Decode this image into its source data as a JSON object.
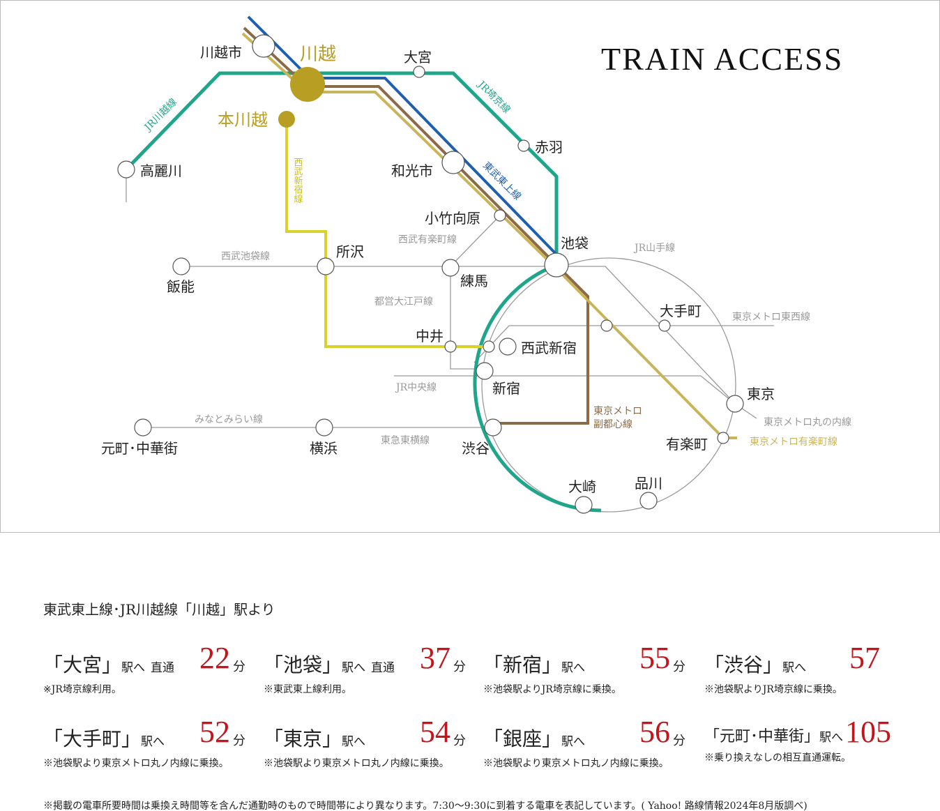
{
  "map": {
    "title": "TRAIN ACCESS",
    "colors": {
      "jr_saikyo": "#1ea58a",
      "tobu_tojo": "#1f5fae",
      "fukutoshin": "#8b6a45",
      "yurakucho": "#c8b45a",
      "seibu_shinjuku": "#d9d22a",
      "gray": "#9a9a9a",
      "kawagoe_station": "#b89e23"
    },
    "stations": {
      "kawagoeshi": "川越市",
      "kawagoe": "川越",
      "honkawagoe": "本川越",
      "omiya": "大宮",
      "akabane": "赤羽",
      "komagawa": "高麗川",
      "wakoshi": "和光市",
      "kotakemukaihara": "小竹向原",
      "ikebukuro": "池袋",
      "tokorozawa": "所沢",
      "hanno": "飯能",
      "nerima": "練馬",
      "otemachi": "大手町",
      "nakai": "中井",
      "seibushinjuku": "西武新宿",
      "shinjuku": "新宿",
      "tokyo": "東京",
      "yurakucho": "有楽町",
      "motomachi": "元町･中華街",
      "yokohama": "横浜",
      "shibuya": "渋谷",
      "osaki": "大崎",
      "shinagawa": "品川"
    },
    "lines": {
      "jr_kawagoe": "JR川越線",
      "jr_saikyo": "JR埼京線",
      "tobu_tojo": "東武東上線",
      "seibu_shinjuku": "西武新宿線",
      "seibu_yurakucho": "西武有楽町線",
      "seibu_ikebukuro": "西武池袋線",
      "oedo": "都営大江戸線",
      "yamanote": "JR山手線",
      "tozai": "東京メトロ東西線",
      "chuo": "JR中央線",
      "marunouchi": "東京メトロ丸の内線",
      "yurakucho": "東京メトロ有楽町線",
      "fukutoshin_1": "東京メトロ",
      "fukutoshin_2": "副都心線",
      "minatomirai": "みなとみらい線",
      "toyoko": "東急東横線"
    }
  },
  "access": {
    "heading": "東武東上線･JR川越線「川越」駅より",
    "entries": [
      {
        "dest": "「大宮」",
        "suffix": "駅へ",
        "direct": "直通",
        "minutes": "22",
        "unit": "分",
        "note": "※JR埼京線利用。"
      },
      {
        "dest": "「池袋」",
        "suffix": "駅へ",
        "direct": "直通",
        "minutes": "37",
        "unit": "分",
        "note": "※東武東上線利用。"
      },
      {
        "dest": "「新宿」",
        "suffix": "駅へ",
        "minutes": "55",
        "unit": "分",
        "note": "※池袋駅よりJR埼京線に乗換。"
      },
      {
        "dest": "「渋谷」",
        "suffix": "駅へ",
        "minutes": "57",
        "note": "※池袋駅よりJR埼京線に乗換。"
      },
      {
        "dest": "「大手町」",
        "suffix": "駅へ",
        "minutes": "52",
        "unit": "分",
        "note": "※池袋駅より東京メトロ丸ノ内線に乗換。"
      },
      {
        "dest": "「東京」",
        "suffix": "駅へ",
        "minutes": "54",
        "unit": "分",
        "note": "※池袋駅より東京メトロ丸ノ内線に乗換。"
      },
      {
        "dest": "「銀座」",
        "suffix": "駅へ",
        "minutes": "56",
        "unit": "分",
        "note": "※池袋駅より東京メトロ丸ノ内線に乗換。"
      },
      {
        "dest": "「元町･中華街」",
        "suffix": "駅へ",
        "minutes": "105",
        "note": "※乗り換えなしの相互直通運転。"
      }
    ],
    "footnote": "※掲載の電車所要時間は乗換え時間等を含んだ通勤時のもので時間帯により異なります。7:30〜9:30に到着する電車を表記しています。( Yahoo! 路線情報2024年8月版調べ)"
  }
}
